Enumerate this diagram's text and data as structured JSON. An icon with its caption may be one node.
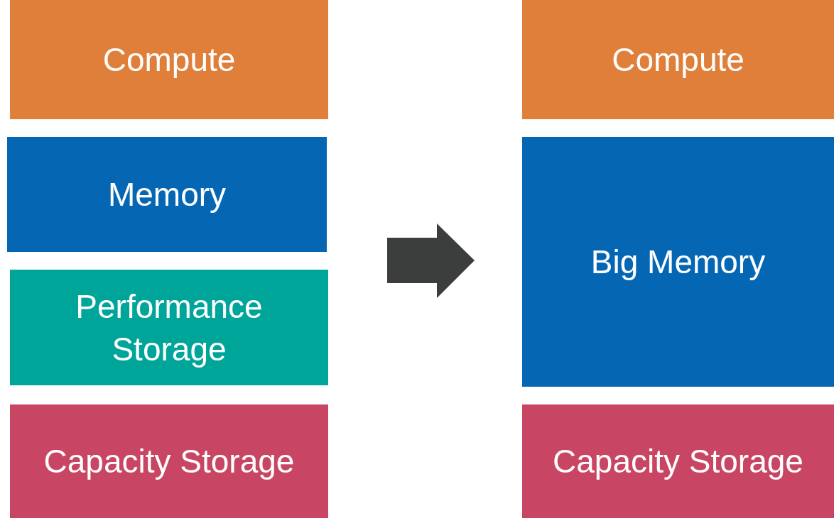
{
  "diagram": {
    "nodes": [
      {
        "text": [
          "Compute"
        ]
      },
      {
        "text": [
          "Memory"
        ]
      },
      {
        "text": [
          "Performance Storage"
        ]
      },
      {
        "text": [
          "Capacity Storage"
        ]
      },
      {
        "text": [
          "Compute"
        ]
      },
      {
        "text": [
          "Big Memory"
        ]
      },
      {
        "text": [
          "Capacity Storage"
        ]
      }
    ]
  }
}
